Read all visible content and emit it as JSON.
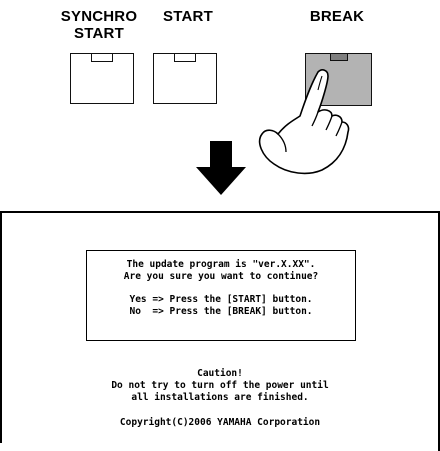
{
  "panel": {
    "buttons": [
      {
        "label_line1": "SYNCHRO",
        "label_line2": "START"
      },
      {
        "label_line1": "START"
      },
      {
        "label_line1": "BREAK"
      }
    ],
    "pressed_button": "BREAK"
  },
  "icons": {
    "hand": "pointing-hand-icon",
    "arrow": "arrow-down-icon"
  },
  "dialog": {
    "line1": "The update program is \"ver.X.XX\".",
    "line2": "Are you sure you want to continue?",
    "line3": "Yes => Press the [START] button.",
    "line4": "No  => Press the [BREAK] button."
  },
  "caution": {
    "title": "Caution!",
    "line1": "Do not try to turn off the power until",
    "line2": "all installations are finished."
  },
  "copyright": "Copyright(C)2006 YAMAHA Corporation",
  "colors": {
    "pressed_button": "#b3b3b3",
    "pressed_led": "#7f7f7f",
    "ink": "#000000"
  }
}
